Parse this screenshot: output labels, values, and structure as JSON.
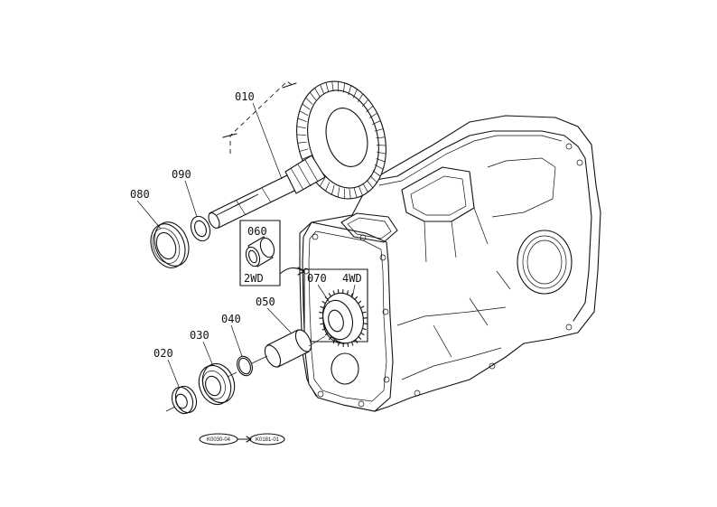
{
  "parts": [
    {
      "id": "p010",
      "label": "010"
    },
    {
      "id": "p090",
      "label": "090"
    },
    {
      "id": "p080",
      "label": "080"
    },
    {
      "id": "p060",
      "label": "060"
    },
    {
      "id": "p070",
      "label": "070"
    },
    {
      "id": "p050",
      "label": "050"
    },
    {
      "id": "p040",
      "label": "040"
    },
    {
      "id": "p030",
      "label": "030"
    },
    {
      "id": "p020",
      "label": "020"
    }
  ],
  "variants": {
    "two_wd": "2WD",
    "four_wd": "4WD"
  },
  "references": {
    "from": "K0030-04",
    "to": "K0181-01"
  }
}
